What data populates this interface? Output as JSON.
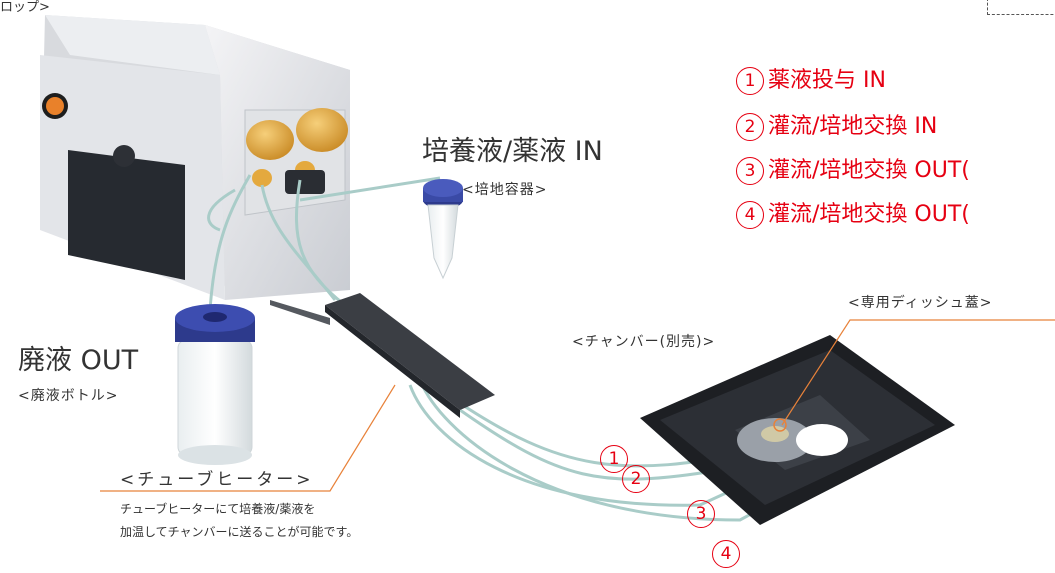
{
  "top_fragment": "ロップ>",
  "labels": {
    "culture_in": "培養液/薬液 IN",
    "culture_container": "<培地容器>",
    "waste_out": "廃液 OUT",
    "waste_bottle": "<廃液ボトル>",
    "chamber": "<チャンバー(別売)>",
    "dish_lid": "<専用ディッシュ蓋>",
    "tube_heater": "<チューブヒーター>",
    "heater_desc_1": "チューブヒーターにて培養液/薬液を",
    "heater_desc_2": "加温してチャンバーに送ることが可能です。"
  },
  "legend": [
    {
      "num": "1",
      "text": "薬液投与 IN"
    },
    {
      "num": "2",
      "text": "灌流/培地交換 IN"
    },
    {
      "num": "3",
      "text": "灌流/培地交換 OUT("
    },
    {
      "num": "4",
      "text": "灌流/培地交換 OUT("
    }
  ],
  "circled": [
    "1",
    "2",
    "3",
    "4"
  ],
  "colors": {
    "legend_red": "#e60012",
    "leader_orange": "#e8823a",
    "tube_teal": "#a9ccc8",
    "pump_yellow": "#e9b04a",
    "cap_blue": "#2d3a8c"
  }
}
